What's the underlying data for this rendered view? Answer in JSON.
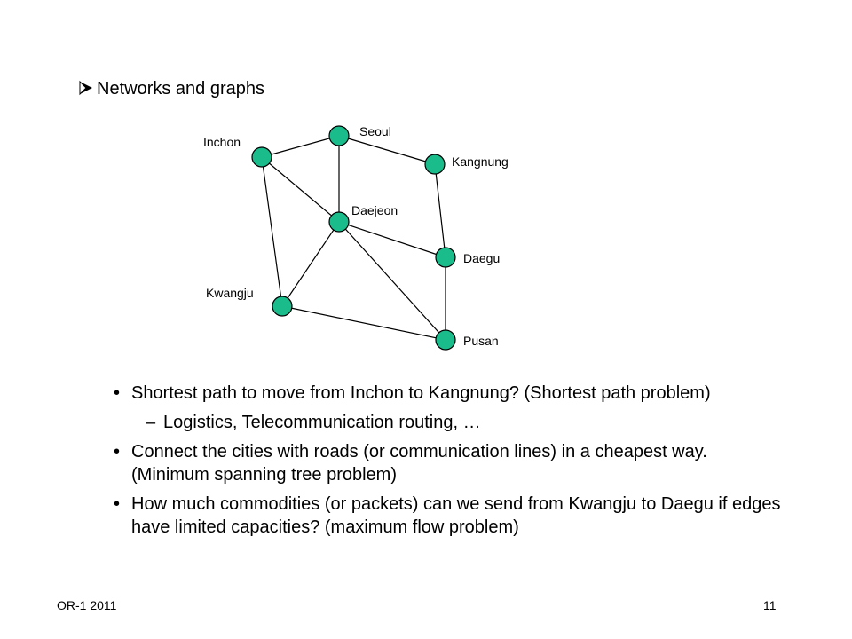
{
  "heading": "Networks and graphs",
  "nodes": {
    "seoul": "Seoul",
    "inchon": "Inchon",
    "kangnung": "Kangnung",
    "daejeon": "Daejeon",
    "daegu": "Daegu",
    "kwangju": "Kwangju",
    "pusan": "Pusan"
  },
  "bullets": [
    "Shortest path to move from Inchon to Kangnung? (Shortest path problem)",
    "Connect the cities with roads (or communication lines) in a cheapest way. (Minimum spanning tree problem)",
    "How much commodities (or packets) can we send from Kwangju to Daegu if edges have limited capacities? (maximum flow problem)"
  ],
  "sub_bullet": "Logistics, Telecommunication routing, …",
  "bullet_marker": "•",
  "sub_marker": "–",
  "footer": {
    "left": "OR-1 2011",
    "page_number": "11"
  },
  "colors": {
    "node_fill": "#1abc8c",
    "heading_arrow": "#000000"
  }
}
